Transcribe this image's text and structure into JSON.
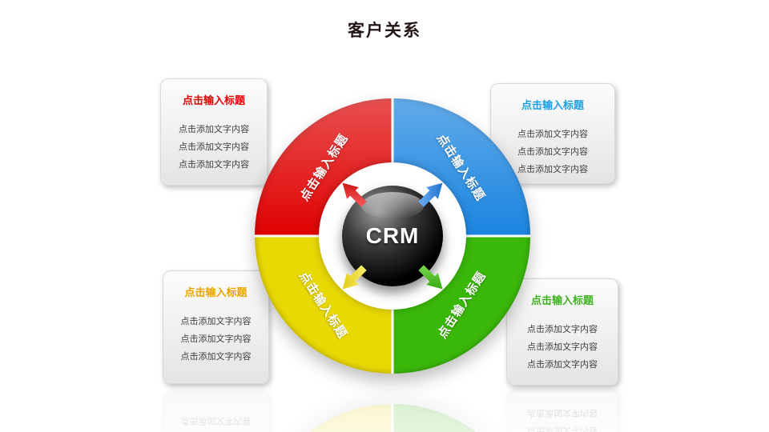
{
  "slide": {
    "title": "客户关系"
  },
  "diagram": {
    "center_label": "CRM",
    "quadrants": [
      {
        "name": "top-left",
        "label": "点击输入标题",
        "color": "#e00404"
      },
      {
        "name": "top-right",
        "label": "点击输入标题",
        "color": "#1d86e0"
      },
      {
        "name": "bottom-right",
        "label": "点击输入标题",
        "color": "#3ab80a"
      },
      {
        "name": "bottom-left",
        "label": "点击输入标题",
        "color": "#e8d804"
      }
    ],
    "arrow_icons": [
      "arrow-icon-red",
      "arrow-icon-blue",
      "arrow-icon-yellow",
      "arrow-icon-green"
    ]
  },
  "boxes": [
    {
      "position": "top-left",
      "title": "点击输入标题",
      "title_color": "#e10000",
      "lines": [
        "点击添加文字内容",
        "点击添加文字内容",
        "点击添加文字内容"
      ]
    },
    {
      "position": "top-right",
      "title": "点击输入标题",
      "title_color": "#18a0e8",
      "lines": [
        "点击添加文字内容",
        "点击添加文字内容",
        "点击添加文字内容"
      ]
    },
    {
      "position": "bottom-left",
      "title": "点击输入标题",
      "title_color": "#e8a400",
      "lines": [
        "点击添加文字内容",
        "点击添加文字内容",
        "点击添加文字内容"
      ]
    },
    {
      "position": "bottom-right",
      "title": "点击输入标题",
      "title_color": "#3cb31c",
      "lines": [
        "点击添加文字内容",
        "点击添加文字内容",
        "点击添加文字内容"
      ]
    }
  ]
}
